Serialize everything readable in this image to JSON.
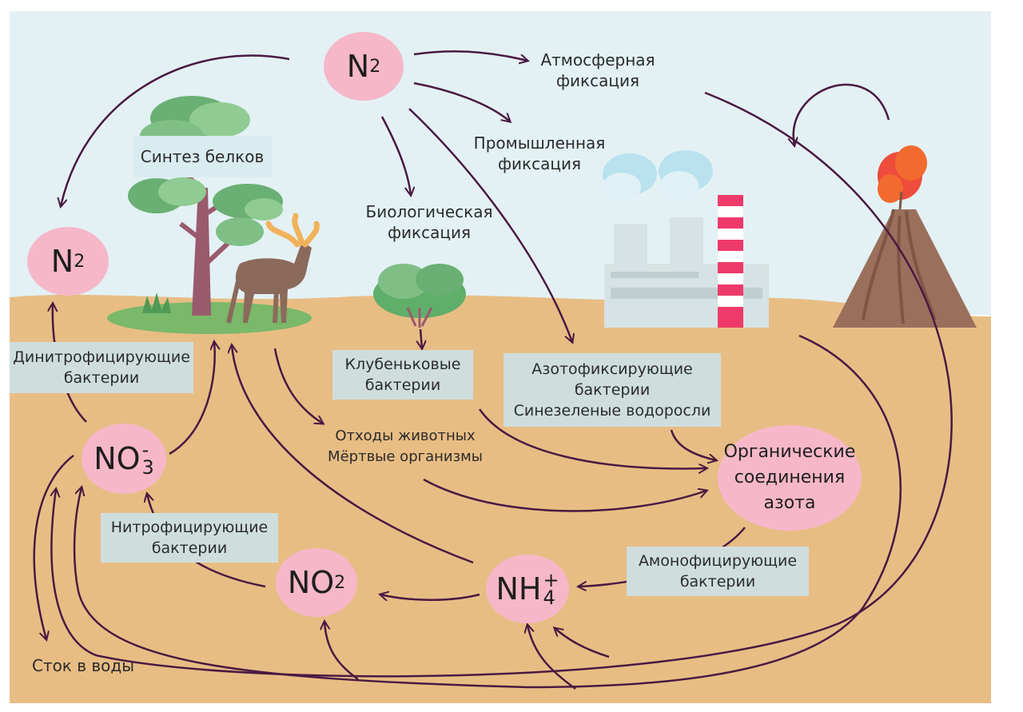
{
  "nodes": {
    "n2_top": {
      "base": "N",
      "sub": "2"
    },
    "n2_left": {
      "base": "N",
      "sub": "2"
    },
    "no3": {
      "base": "NO",
      "sub": "3",
      "sup": "-"
    },
    "no2": {
      "base": "NO",
      "sub": "2"
    },
    "nh4": {
      "base": "NH",
      "sub": "4",
      "sup": "+"
    },
    "organic": [
      "Органические",
      "соединения",
      "азота"
    ]
  },
  "labels": {
    "atm_fix": [
      "Атмосферная",
      "фиксация"
    ],
    "ind_fix": [
      "Промышленная",
      "фиксация"
    ],
    "bio_fix": [
      "Биологическая",
      "фиксация"
    ],
    "protein": "Синтез белков",
    "waste": [
      "Отходы животных",
      "Мёртвые организмы"
    ],
    "runoff": "Сток в воды"
  },
  "boxes": {
    "denitr": [
      "Динитрофицирующие",
      "бактерии"
    ],
    "nodule": [
      "Клубеньковые",
      "бактерии"
    ],
    "azotofix": [
      "Азотофиксирующие",
      "бактерии",
      "Синезеленые водоросли"
    ],
    "nitrif": [
      "Нитрофицирующие",
      "бактерии"
    ],
    "ammonif": [
      "Амонофицирующие",
      "бактерии"
    ]
  },
  "colors": {
    "sky": "#e3f1f4",
    "soil": "#e8bd84",
    "arrow": "#4a1942",
    "node_fill": "#f6b7c9",
    "label_box": "#cfdedd",
    "tree_foliage": "#7fbf86",
    "tree_trunk": "#9a5a6e",
    "deer": "#8b6a5c",
    "antler": "#f2b25a",
    "grass": "#7ab86a",
    "factory": "#d6e2e3",
    "chimney_red": "#ee3a6a",
    "volcano": "#9a6f5c",
    "lava": "#f26a2e",
    "steam": "#b9e2ee"
  }
}
